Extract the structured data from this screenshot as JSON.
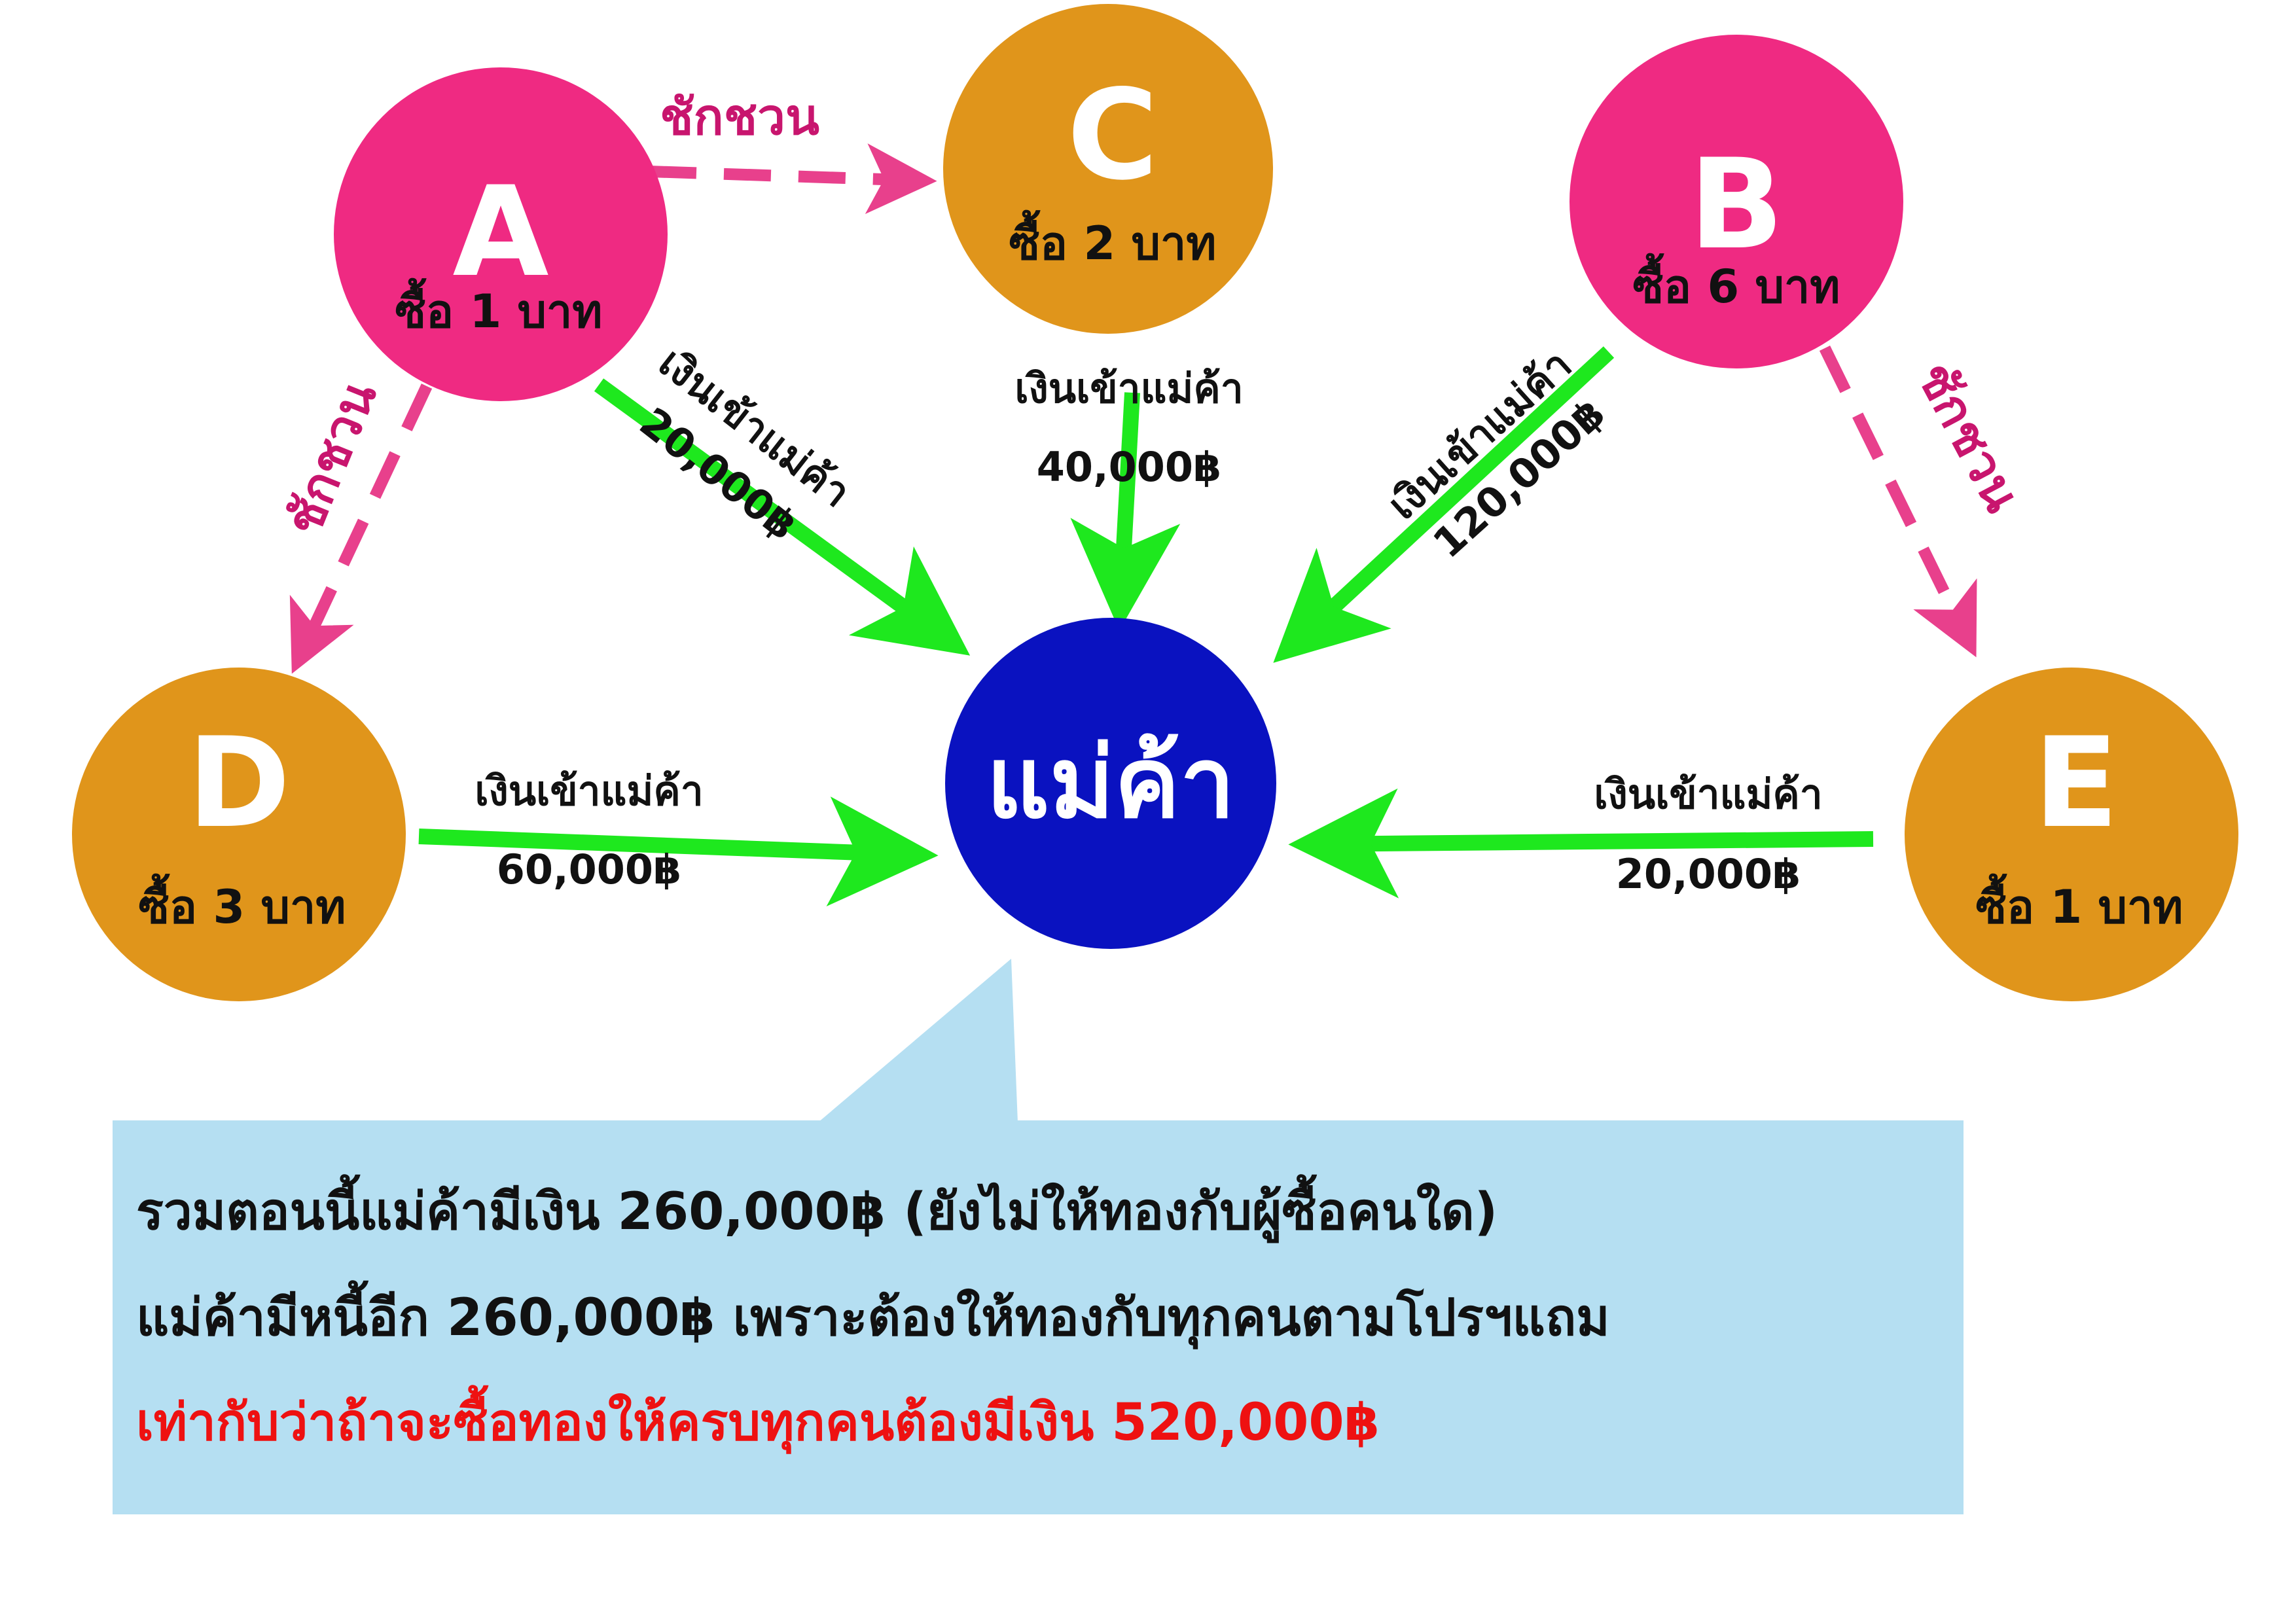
{
  "colors": {
    "pink_node": "#ef2a82",
    "orange_node": "#e0951b",
    "merchant_node": "#0a12c0",
    "money_arrow": "#1ee81e",
    "invite_arrow": "#e8408c",
    "callout_bg": "#b5dff2",
    "summary_text": "#111111",
    "summary_highlight": "#ee1111"
  },
  "nodes": {
    "a": {
      "letter": "A",
      "purchase": "ซื้อ 1 บาท"
    },
    "b": {
      "letter": "B",
      "purchase": "ซื้อ 6 บาท"
    },
    "c": {
      "letter": "C",
      "purchase": "ซื้อ 2 บาท"
    },
    "d": {
      "letter": "D",
      "purchase": "ซื้อ 3 บาท"
    },
    "e": {
      "letter": "E",
      "purchase": "ซื้อ 1 บาท"
    },
    "merchant": {
      "label": "แม่ค้า"
    }
  },
  "invites": {
    "label": "ชักชวน"
  },
  "flows": {
    "label": "เงินเข้าแม่ค้า",
    "a_amount": "20,000฿",
    "b_amount": "120,000฿",
    "c_amount": "40,000฿",
    "d_amount": "60,000฿",
    "e_amount": "20,000฿"
  },
  "summary": {
    "line1": "รวมตอนนี้แม่ค้ามีเงิน 260,000฿ (ยังไม่ให้ทองกับผู้ซื้อคนใด)",
    "line2": "แม่ค้ามีหนี้อีก 260,000฿ เพราะต้องให้ทองกับทุกคนตามโปรฯแถม",
    "line3": "เท่ากับว่าถ้าจะซื้อทองให้ครบทุกคนต้องมีเงิน 520,000฿"
  }
}
